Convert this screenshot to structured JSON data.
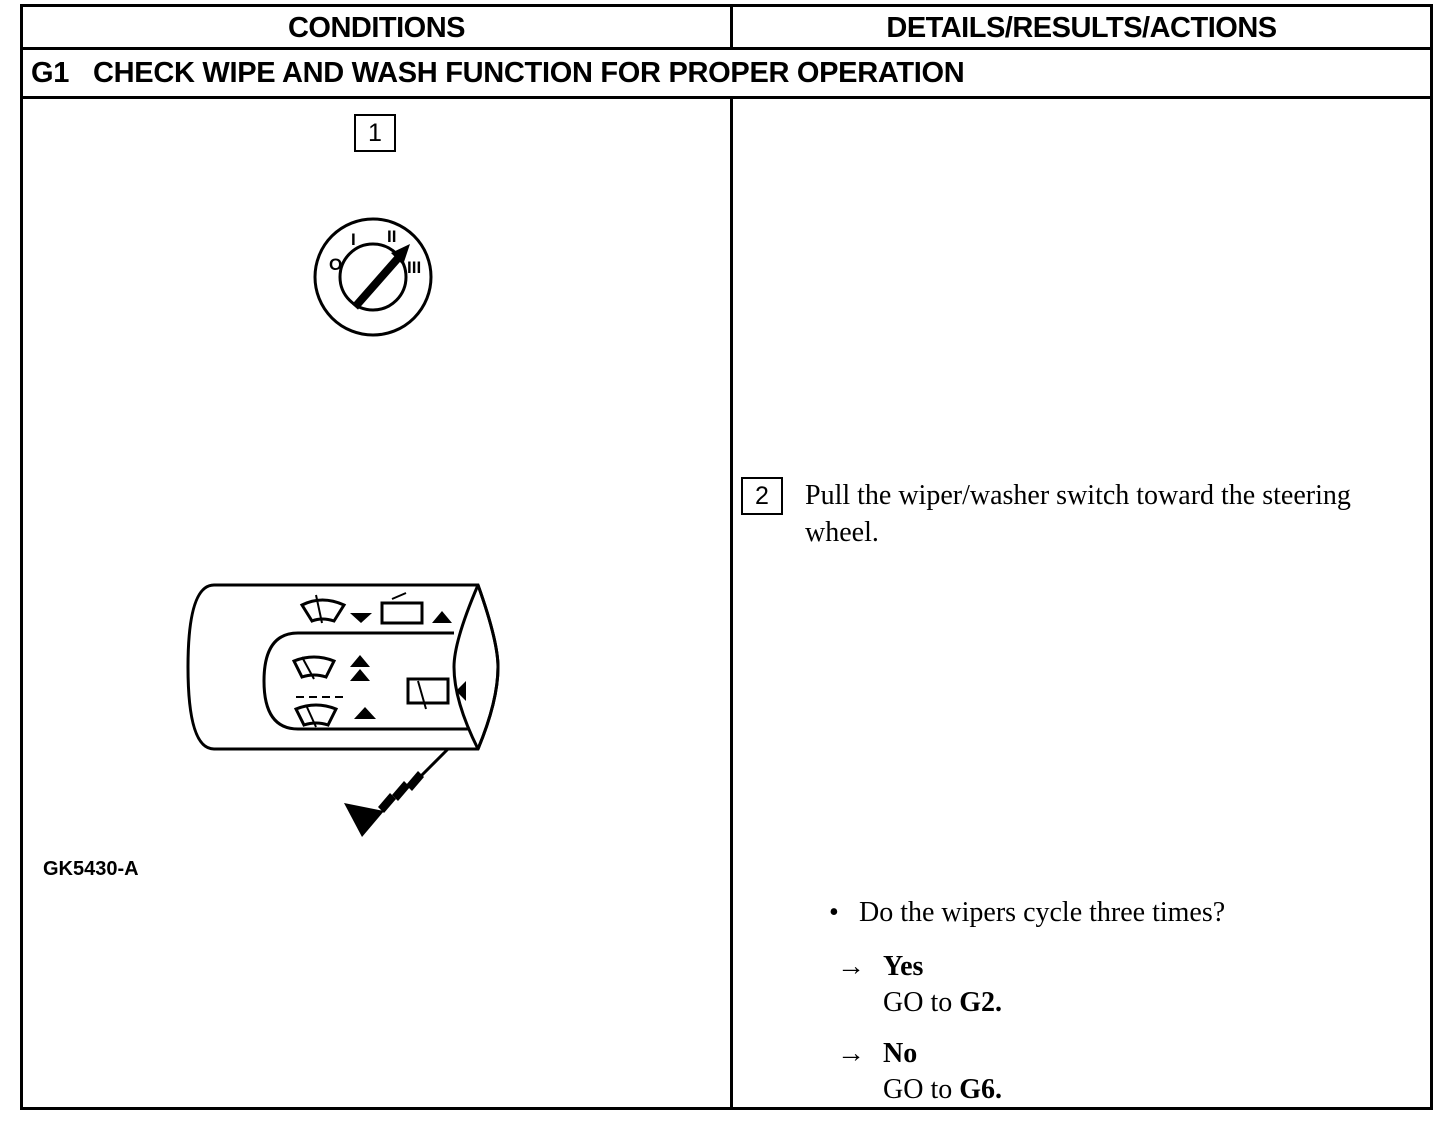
{
  "header": {
    "conditions": "CONDITIONS",
    "details": "DETAILS/RESULTS/ACTIONS"
  },
  "test": {
    "id": "G1",
    "title": "CHECK WIPE AND WASH FUNCTION FOR PROPER OPERATION"
  },
  "steps": [
    {
      "number": "1"
    },
    {
      "number": "2",
      "text": "Pull the wiper/washer switch toward the steering wheel."
    }
  ],
  "figure": {
    "id": "GK5430-A",
    "ignition_positions": [
      "O",
      "I",
      "II",
      "III"
    ]
  },
  "question": {
    "bullet": "•",
    "text": "Do the wipers cycle three times?"
  },
  "answers": [
    {
      "arrow": "→",
      "label": "Yes",
      "action": "GO to",
      "target": "G2."
    },
    {
      "arrow": "→",
      "label": "No",
      "action": "GO to",
      "target": "G6."
    }
  ]
}
